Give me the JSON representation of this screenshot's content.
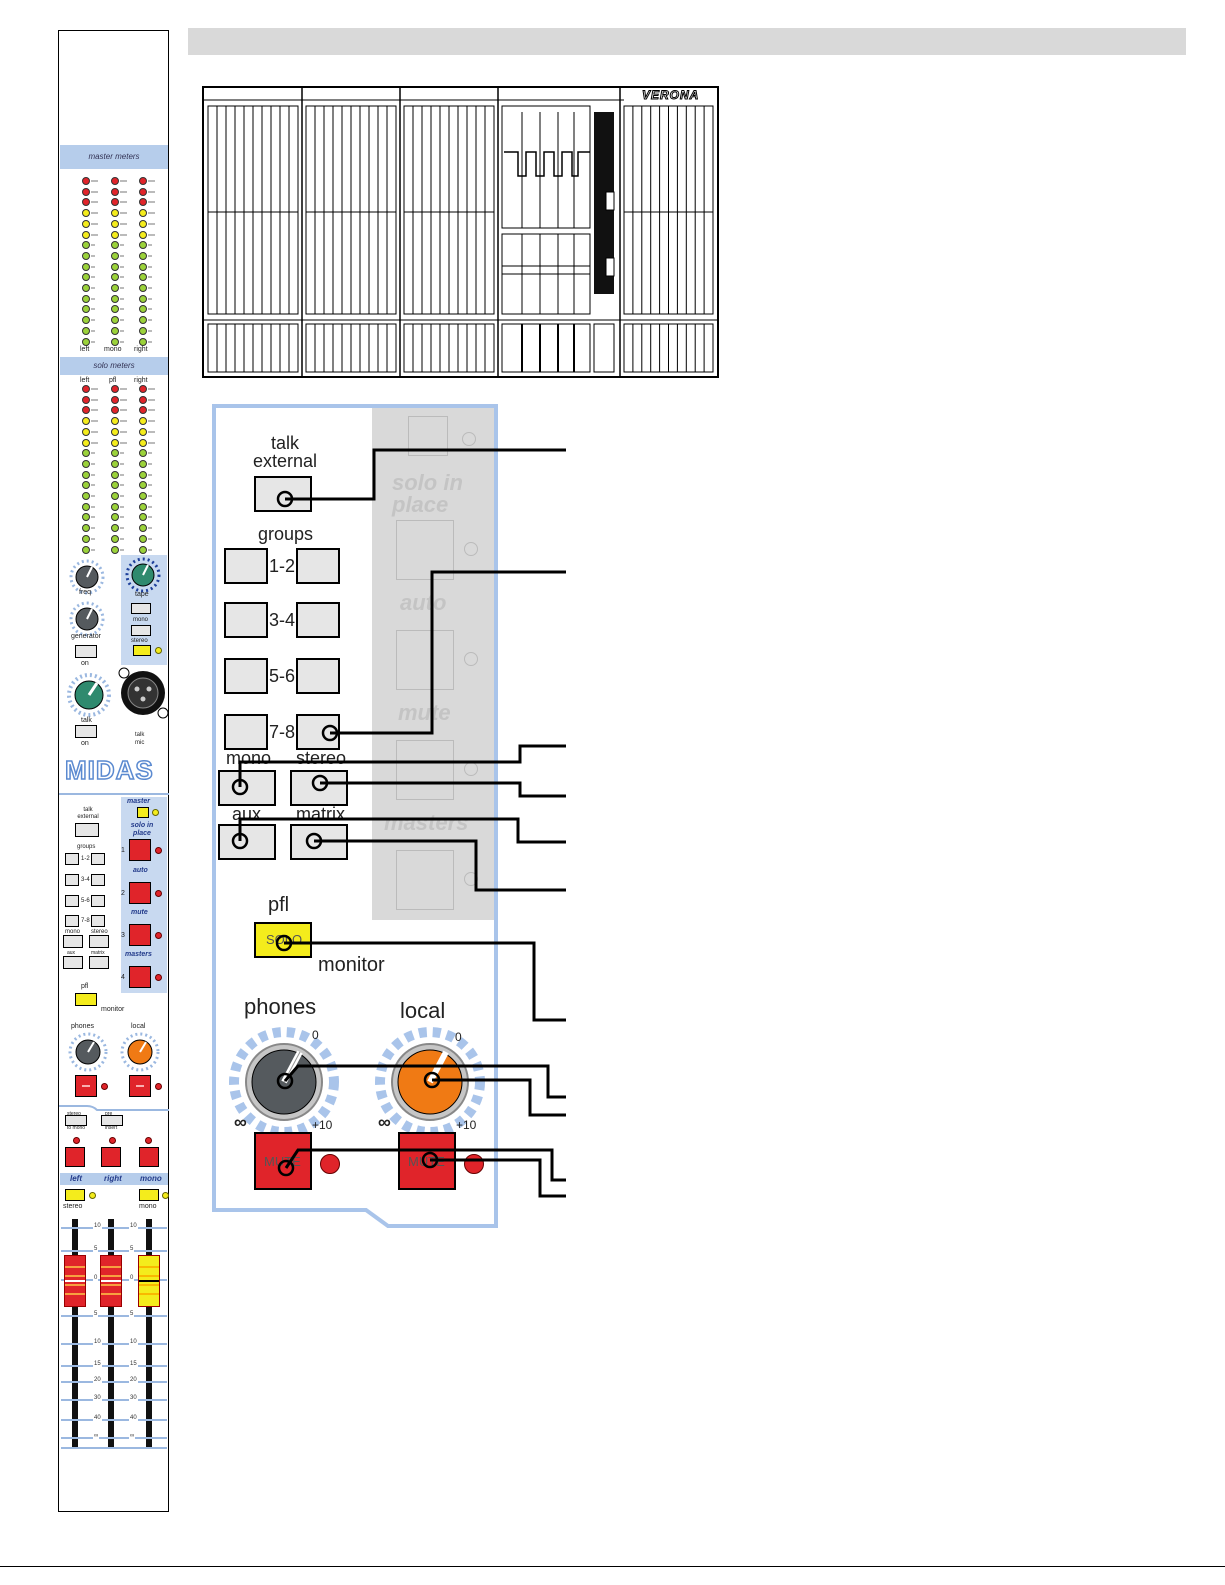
{
  "strip": {
    "master_meters": "master meters",
    "master_meter_labels": [
      "left",
      "mono",
      "right"
    ],
    "solo_meters": "solo meters",
    "solo_meter_labels": [
      "left",
      "pfl",
      "right"
    ],
    "osc": {
      "freq": "freq",
      "generator": "generator",
      "on": "on",
      "tape": "tape",
      "mono": "mono",
      "stereo": "stereo"
    },
    "talk": {
      "talk": "talk",
      "on": "on",
      "talk_mic": "talk\nmic"
    },
    "brand": "MIDAS",
    "monitor": {
      "talk_external": "talk external",
      "master": "master",
      "solo_in_place": "solo in place",
      "groups": "groups",
      "group_pairs": [
        "1-2",
        "3-4",
        "5-6",
        "7-8"
      ],
      "auto": "auto",
      "mute": "mute",
      "masters": "masters",
      "numbers": [
        "1",
        "2",
        "3",
        "4"
      ],
      "mono": "mono",
      "stereo": "stereo",
      "aux": "aux",
      "matrix": "matrix",
      "pfl": "pfl",
      "monitor": "monitor",
      "phones": "phones",
      "local": "local"
    },
    "out": {
      "stereo_to_mono": "stereo\nto mono",
      "pre_insert": "pre\ninsert",
      "left": "left",
      "right": "right",
      "mono": "mono",
      "stereo_btn": "stereo",
      "mono_btn": "mono"
    },
    "fader_scale": [
      "10",
      "5",
      "0",
      "5",
      "10",
      "15",
      "20",
      "30",
      "40",
      "∞"
    ]
  },
  "overview": {
    "brand": "VERONA"
  },
  "panel": {
    "talk_external": "talk\nexternal",
    "groups": "groups",
    "group_pairs": [
      "1-2",
      "3-4",
      "5-6",
      "7-8"
    ],
    "mono": "mono",
    "stereo": "stereo",
    "aux": "aux",
    "matrix": "matrix",
    "pfl": "pfl",
    "solo": "SOLO",
    "monitor": "monitor",
    "phones": "phones",
    "local": "local",
    "zero": "0",
    "infinity": "∞",
    "plus10": "+10",
    "mute": "MUTE",
    "ghost": [
      "solo in",
      "place",
      "auto",
      "mute",
      "masters"
    ]
  },
  "colors": {
    "blue": "#b6cdeb",
    "red": "#e0242a",
    "yellow": "#f4ec1c",
    "orange": "#f07a14",
    "knob_gray": "#555a5e"
  }
}
